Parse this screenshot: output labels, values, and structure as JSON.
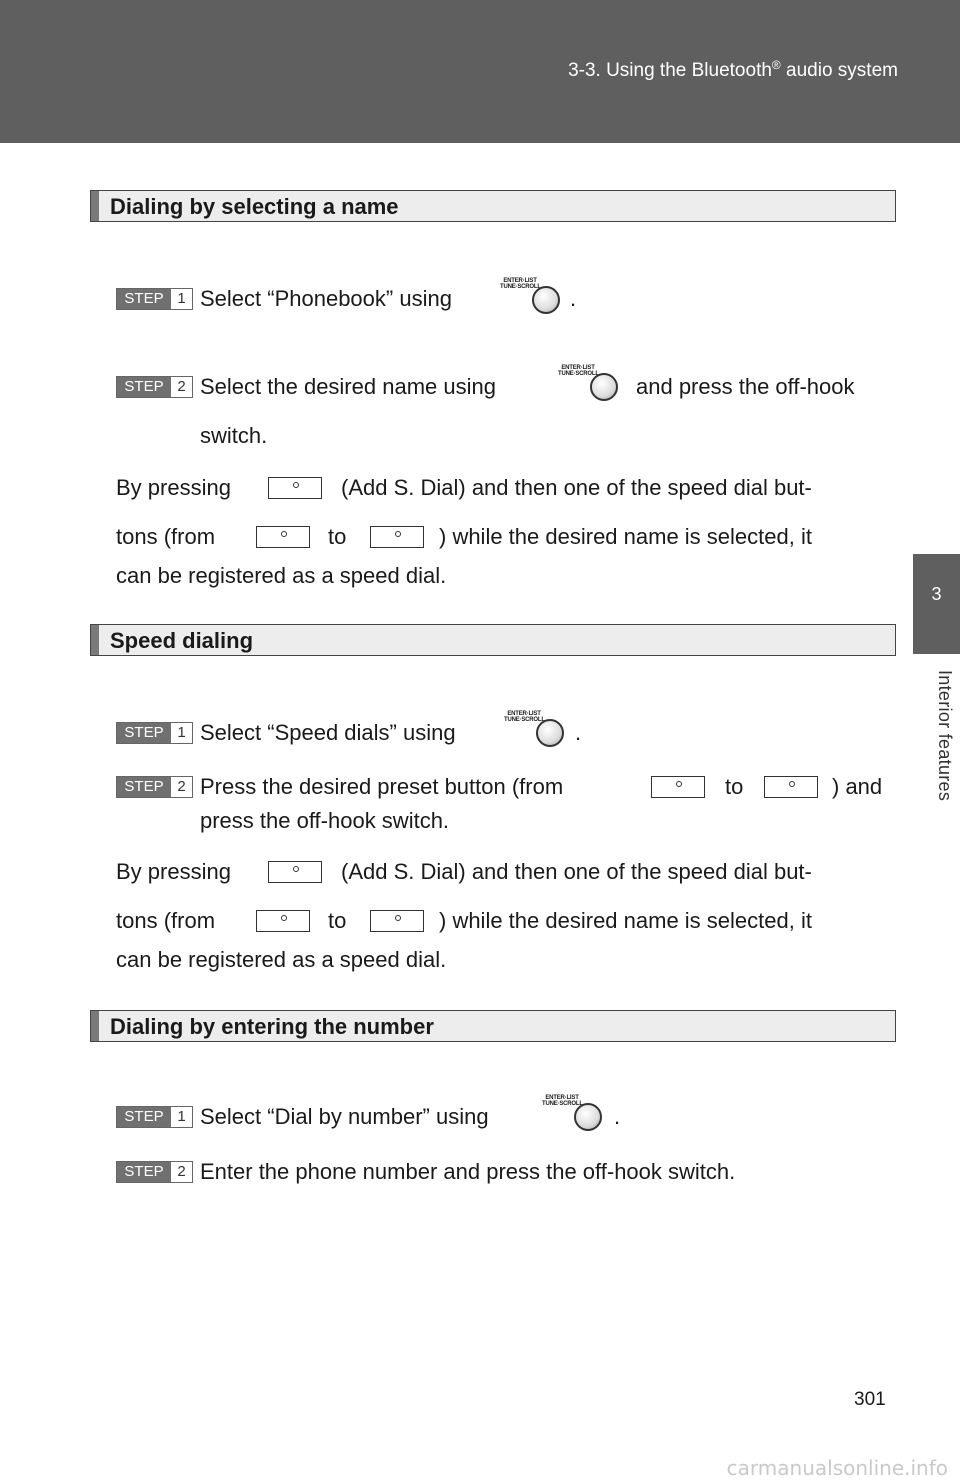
{
  "header": {
    "section_title": "3-3. Using the Bluetooth",
    "reg_mark": "®",
    "section_title_suffix": " audio system"
  },
  "side_tab": {
    "number": "3",
    "label": "Interior features"
  },
  "knob_label": "ENTER·LIST\nTUNE·SCROLL",
  "sections": {
    "name": {
      "title": "Dialing by selecting a name",
      "step1": {
        "word": "STEP",
        "num": "1",
        "text": "Select “Phonebook” using",
        "end": "."
      },
      "step2": {
        "word": "STEP",
        "num": "2",
        "text": "Select the desired name using",
        "text_b": "and press the off-hook",
        "text_c": "switch."
      },
      "note_l1a": "By pressing",
      "note_l1b": "(Add S. Dial) and then one of the speed dial but-",
      "note_l2a": "tons (from",
      "note_l2b": "to",
      "note_l2c": ") while the desired name is selected, it",
      "note_l3": "can be registered as a speed dial."
    },
    "speed": {
      "title": "Speed dialing",
      "step1": {
        "word": "STEP",
        "num": "1",
        "text": "Select “Speed dials” using",
        "end": "."
      },
      "step2": {
        "word": "STEP",
        "num": "2",
        "text": "Press the desired preset button (from",
        "text_b": "to",
        "text_c": ") and",
        "text_d": "press the off-hook switch."
      },
      "note_l1a": "By pressing",
      "note_l1b": "(Add S. Dial) and then one of the speed dial but-",
      "note_l2a": "tons (from",
      "note_l2b": "to",
      "note_l2c": ") while the desired name is selected, it",
      "note_l3": "can be registered as a speed dial."
    },
    "number": {
      "title": "Dialing by entering the number",
      "step1": {
        "word": "STEP",
        "num": "1",
        "text": "Select “Dial by number” using",
        "end": "."
      },
      "step2": {
        "word": "STEP",
        "num": "2",
        "text": "Enter the phone number and press the off-hook switch."
      }
    }
  },
  "page_number": "301",
  "watermark": "carmanualsonline.info"
}
